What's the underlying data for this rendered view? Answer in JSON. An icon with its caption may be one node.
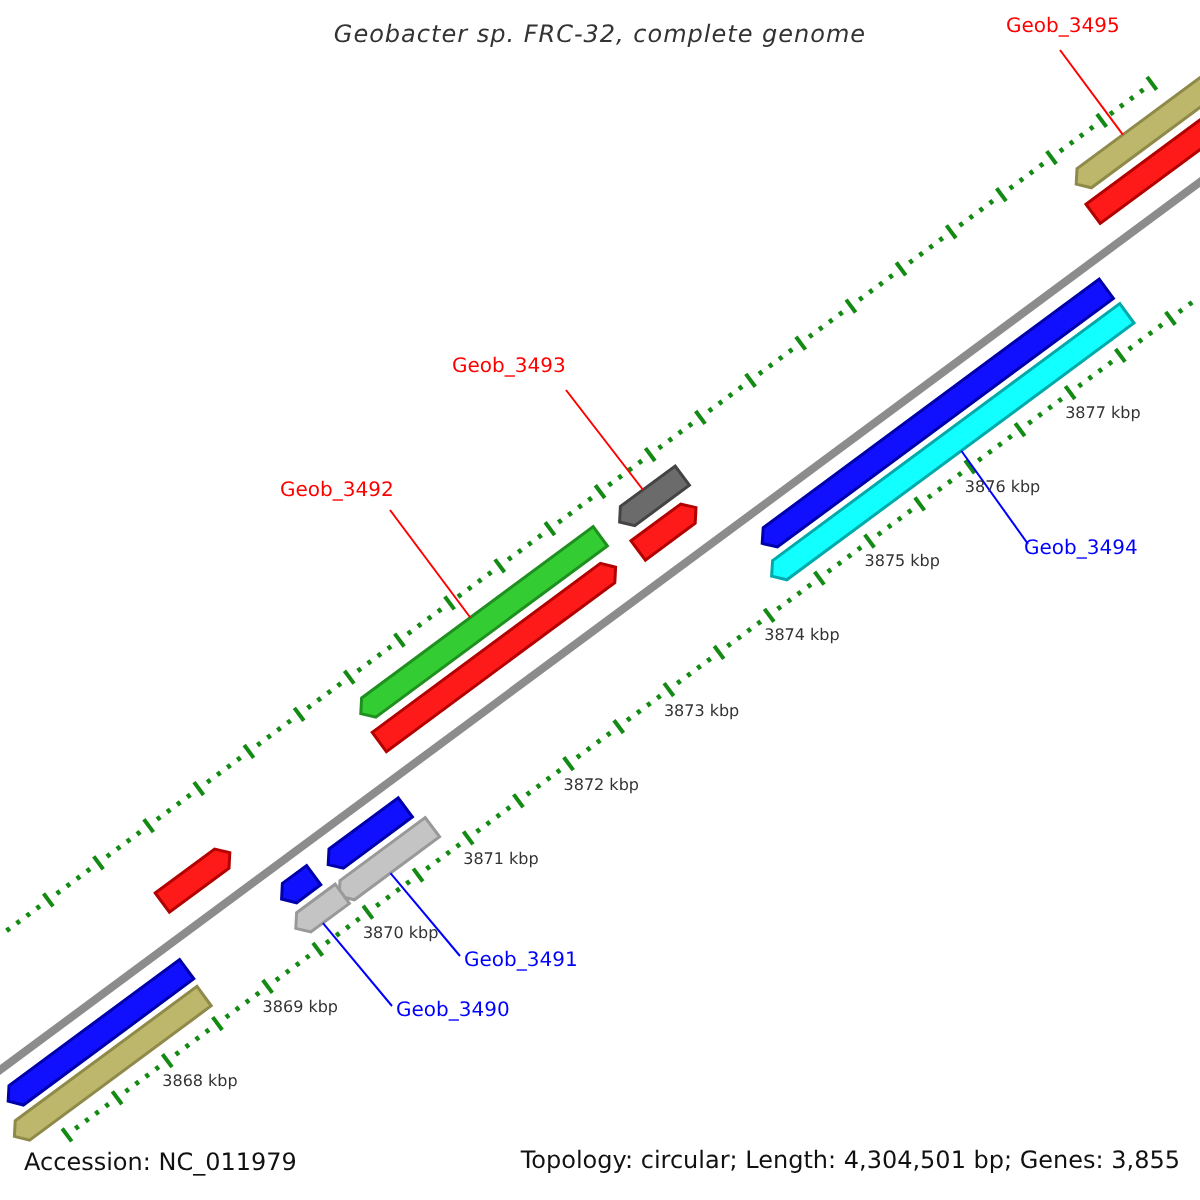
{
  "diagram": {
    "title": "Geobacter sp. FRC-32, complete genome",
    "nodes": [
      {
        "text": [
          "Geob_3495"
        ]
      },
      {
        "text": [],
        "shape": "bar"
      },
      {
        "text": [
          "Geob_3493"
        ]
      },
      {
        "text": [],
        "shape": "bar"
      },
      {
        "text": [
          "Geob_3492"
        ]
      },
      {
        "text": [],
        "shape": "bar"
      },
      {
        "text": [
          "Geob_3494"
        ]
      },
      {
        "text": [],
        "shape": "bar"
      },
      {
        "text": [],
        "shape": "bar"
      },
      {
        "text": [
          "Geob_3491"
        ]
      },
      {
        "text": [],
        "shape": "bar"
      },
      {
        "text": [
          "Geob_3490"
        ]
      },
      {
        "text": [],
        "shape": "bar"
      },
      {
        "text": [],
        "shape": "bar"
      },
      {
        "text": [],
        "shape": "bar"
      },
      {
        "text": [],
        "shape": "bar"
      },
      {
        "text": [],
        "shape": "bar"
      },
      {
        "text": [],
        "shape": "bar"
      },
      {
        "text": [],
        "shape": "bar"
      },
      {
        "text": [],
        "shape": "bar"
      },
      {
        "text": [],
        "shape": "bar"
      }
    ],
    "edges": [
      {
        "from": 0,
        "to": 1,
        "arrow": "none",
        "color": "#ff0000"
      },
      {
        "from": 2,
        "to": 3,
        "arrow": "none",
        "color": "#ff0000"
      },
      {
        "from": 4,
        "to": 5,
        "arrow": "none",
        "color": "#ff0000"
      },
      {
        "from": 6,
        "to": 7,
        "arrow": "none",
        "color": "#0000ff"
      },
      {
        "from": 9,
        "to": 8,
        "arrow": "none",
        "color": "#0000ff"
      },
      {
        "from": 11,
        "to": 10,
        "arrow": "none",
        "color": "#0000ff"
      }
    ],
    "labels": [
      "3877 kbp",
      "3876 kbp",
      "3875 kbp",
      "3874 kbp",
      "3873 kbp",
      "3872 kbp",
      "3871 kbp",
      "3870 kbp",
      "3869 kbp",
      "3868 kbp",
      "Accession: NC_011979",
      "Topology: circular; Length: 4,304,501 bp; Genes: 3,855"
    ]
  }
}
